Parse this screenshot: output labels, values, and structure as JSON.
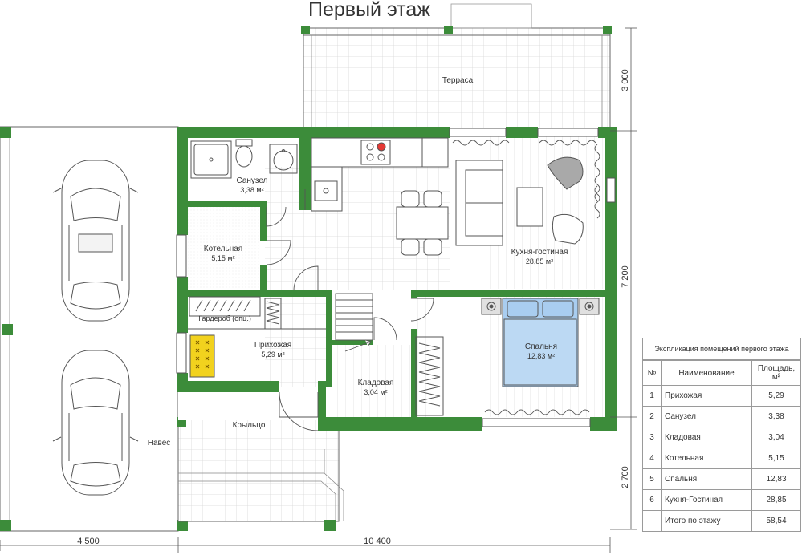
{
  "title": "Первый этаж",
  "colors": {
    "wall": "#3c8c3a",
    "bed": "#a9cdf0",
    "shoe_rack": "#f2d21e",
    "line": "#444444"
  },
  "rooms": {
    "terrace": "Терраса",
    "bathroom": {
      "name": "Санузел",
      "area": "3,38 м²"
    },
    "boiler": {
      "name": "Котельная",
      "area": "5,15 м²"
    },
    "wardrobe": "Гардероб (опц.)",
    "hall": {
      "name": "Прихожая",
      "area": "5,29 м²"
    },
    "pantry": {
      "name": "Кладовая",
      "area": "3,04 м²"
    },
    "bedroom": {
      "name": "Спальня",
      "area": "12,83 м²"
    },
    "kitchen": {
      "name": "Кухня-гостиная",
      "area": "28,85 м²"
    },
    "porch": "Крыльцо",
    "canopy": "Навес"
  },
  "dimensions": {
    "bottom_left": "4 500",
    "bottom_main": "10 400",
    "right_top": "3 000",
    "right_middle": "7 200",
    "right_bottom": "2 700"
  },
  "legend": {
    "caption": "Экспликация помещений первого этажа",
    "headers": {
      "num": "№",
      "name": "Наименование",
      "area": "Площадь, м²"
    },
    "rows": [
      {
        "num": "1",
        "name": "Прихожая",
        "area": "5,29"
      },
      {
        "num": "2",
        "name": "Санузел",
        "area": "3,38"
      },
      {
        "num": "3",
        "name": "Кладовая",
        "area": "3,04"
      },
      {
        "num": "4",
        "name": "Котельная",
        "area": "5,15"
      },
      {
        "num": "5",
        "name": "Спальня",
        "area": "12,83"
      },
      {
        "num": "6",
        "name": "Кухня-Гостиная",
        "area": "28,85"
      }
    ],
    "total": {
      "name": "Итого по этажу",
      "area": "58,54"
    }
  }
}
